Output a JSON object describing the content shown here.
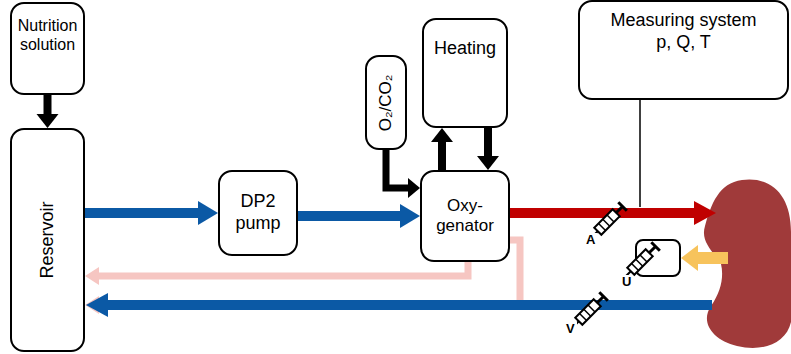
{
  "diagram": {
    "nodes": [
      {
        "text": [
          "Nutrition solution"
        ]
      },
      {
        "text": [
          "Reservoir"
        ]
      },
      {
        "text": [
          "DP2 pump"
        ]
      },
      {
        "text": [
          "O₂/CO₂"
        ]
      },
      {
        "text": [
          "Heating"
        ]
      },
      {
        "text": [
          "Oxy- genator"
        ]
      },
      {
        "text": [
          "Measuring system p, Q, T"
        ]
      }
    ],
    "edges": [
      {
        "from": 0,
        "to": 1,
        "arrow": "to"
      },
      {
        "from": 1,
        "to": 2,
        "arrow": "to"
      },
      {
        "from": 2,
        "to": 5,
        "arrow": "to"
      },
      {
        "from": 3,
        "to": 5,
        "arrow": "to"
      },
      {
        "from": 5,
        "to": 4,
        "arrow": "to"
      },
      {
        "from": 4,
        "to": 5,
        "arrow": "to"
      },
      {
        "from": 5,
        "to": 1,
        "arrow": "to"
      },
      {
        "from": 5,
        "to": 1,
        "arrow": "to"
      }
    ],
    "labels": [
      "A",
      "U",
      "V"
    ]
  }
}
